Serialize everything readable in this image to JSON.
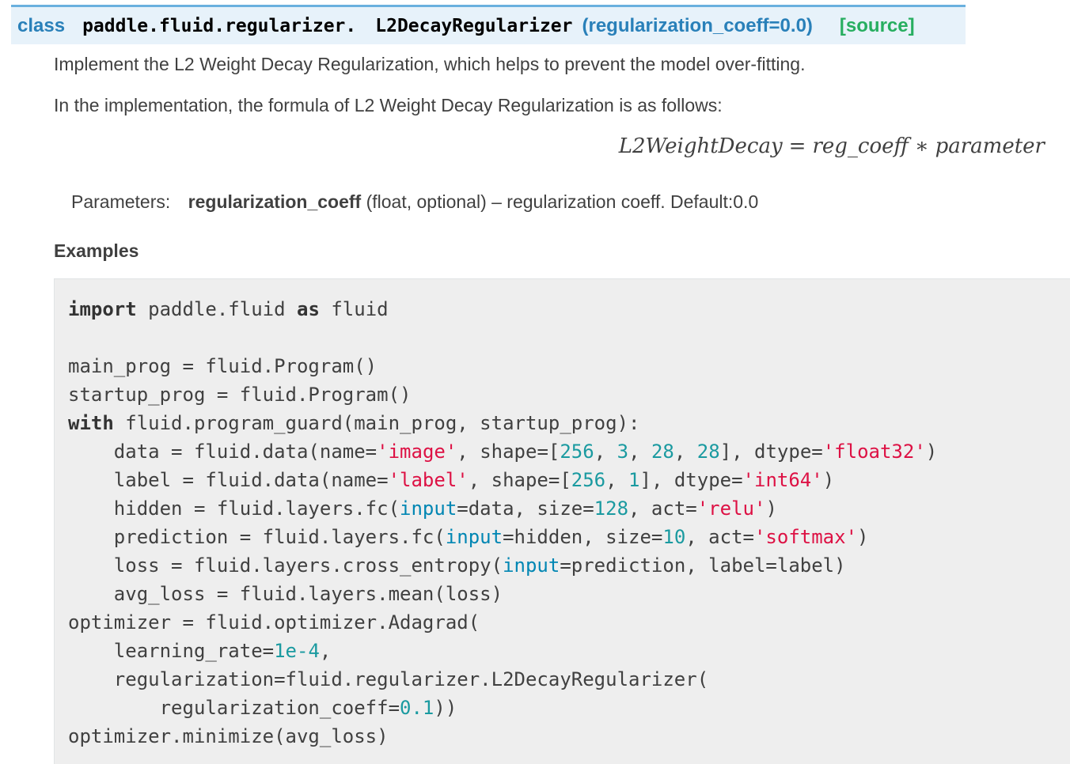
{
  "signature": {
    "keyword": "class",
    "module": "paddle.fluid.regularizer.",
    "name": "L2DecayRegularizer",
    "params": "(regularization_coeff=0.0)",
    "source_link": "[source]"
  },
  "description": "Implement the L2 Weight Decay Regularization, which helps to prevent the model over-fitting.",
  "implementation_note": "In the implementation, the formula of L2 Weight Decay Regularization is as follows:",
  "formula": {
    "lhs": "L2WeightDecay",
    "eq": "=",
    "term1": "reg_coeff",
    "op": "∗",
    "term2": "parameter"
  },
  "parameters": {
    "label": "Parameters:",
    "name": "regularization_coeff",
    "description": "(float, optional) – regularization coeff. Default:0.0"
  },
  "examples_title": "Examples",
  "code_lines": [
    [
      {
        "t": "import",
        "c": "k"
      },
      {
        "t": " paddle.fluid ",
        "c": ""
      },
      {
        "t": "as",
        "c": "k"
      },
      {
        "t": " fluid",
        "c": ""
      }
    ],
    [],
    [
      {
        "t": "main_prog = fluid.Program()",
        "c": ""
      }
    ],
    [
      {
        "t": "startup_prog = fluid.Program()",
        "c": ""
      }
    ],
    [
      {
        "t": "with",
        "c": "k"
      },
      {
        "t": " fluid.program_guard(main_prog, startup_prog):",
        "c": ""
      }
    ],
    [
      {
        "t": "    data = fluid.data(name=",
        "c": ""
      },
      {
        "t": "'image'",
        "c": "s"
      },
      {
        "t": ", shape=[",
        "c": ""
      },
      {
        "t": "256",
        "c": "n"
      },
      {
        "t": ", ",
        "c": ""
      },
      {
        "t": "3",
        "c": "n"
      },
      {
        "t": ", ",
        "c": ""
      },
      {
        "t": "28",
        "c": "n"
      },
      {
        "t": ", ",
        "c": ""
      },
      {
        "t": "28",
        "c": "n"
      },
      {
        "t": "], dtype=",
        "c": ""
      },
      {
        "t": "'float32'",
        "c": "s"
      },
      {
        "t": ")",
        "c": ""
      }
    ],
    [
      {
        "t": "    label = fluid.data(name=",
        "c": ""
      },
      {
        "t": "'label'",
        "c": "s"
      },
      {
        "t": ", shape=[",
        "c": ""
      },
      {
        "t": "256",
        "c": "n"
      },
      {
        "t": ", ",
        "c": ""
      },
      {
        "t": "1",
        "c": "n"
      },
      {
        "t": "], dtype=",
        "c": ""
      },
      {
        "t": "'int64'",
        "c": "s"
      },
      {
        "t": ")",
        "c": ""
      }
    ],
    [
      {
        "t": "    hidden = fluid.layers.fc(",
        "c": ""
      },
      {
        "t": "input",
        "c": "b"
      },
      {
        "t": "=data, size=",
        "c": ""
      },
      {
        "t": "128",
        "c": "n"
      },
      {
        "t": ", act=",
        "c": ""
      },
      {
        "t": "'relu'",
        "c": "s"
      },
      {
        "t": ")",
        "c": ""
      }
    ],
    [
      {
        "t": "    prediction = fluid.layers.fc(",
        "c": ""
      },
      {
        "t": "input",
        "c": "b"
      },
      {
        "t": "=hidden, size=",
        "c": ""
      },
      {
        "t": "10",
        "c": "n"
      },
      {
        "t": ", act=",
        "c": ""
      },
      {
        "t": "'softmax'",
        "c": "s"
      },
      {
        "t": ")",
        "c": ""
      }
    ],
    [
      {
        "t": "    loss = fluid.layers.cross_entropy(",
        "c": ""
      },
      {
        "t": "input",
        "c": "b"
      },
      {
        "t": "=prediction, label=label)",
        "c": ""
      }
    ],
    [
      {
        "t": "    avg_loss = fluid.layers.mean(loss)",
        "c": ""
      }
    ],
    [
      {
        "t": "optimizer = fluid.optimizer.Adagrad(",
        "c": ""
      }
    ],
    [
      {
        "t": "    learning_rate=",
        "c": ""
      },
      {
        "t": "1e-4",
        "c": "n"
      },
      {
        "t": ",",
        "c": ""
      }
    ],
    [
      {
        "t": "    regularization=fluid.regularizer.L2DecayRegularizer(",
        "c": ""
      }
    ],
    [
      {
        "t": "        regularization_coeff=",
        "c": ""
      },
      {
        "t": "0.1",
        "c": "n"
      },
      {
        "t": "))",
        "c": ""
      }
    ],
    [
      {
        "t": "optimizer.minimize(avg_loss)",
        "c": ""
      }
    ]
  ]
}
